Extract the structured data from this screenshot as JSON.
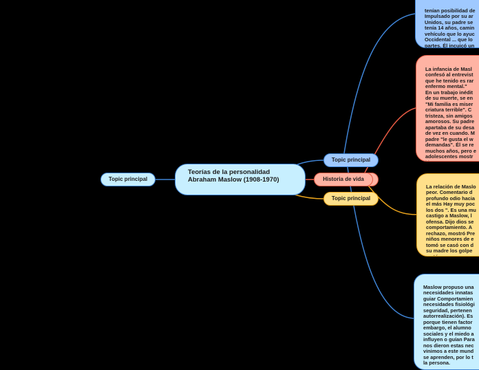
{
  "central": {
    "title": "Teorías de la personalidad Abraham Maslow (1908-1970)"
  },
  "left_topic": {
    "label": "Topic principal"
  },
  "topics": {
    "top": "Topic principal",
    "middle": "Historia de vida",
    "bottom": "Topic principal"
  },
  "cards": {
    "card1": "tenían posibilidad de\nImpulsado por su ar\nUnidos, su padre se\ntenía 14 años, camin\nvehículo que lo ayuc\nOccidental ... que lo\npartes. Él incuicó un\nsu hijo Conseguir el",
    "card2": "La infancia de Masl\nconfesó al entrevist\nque he tenido es rar\nenfermo mental.\"\nEn un trabajo inédit\nde su muerte, se en\n\"Mi familia es miser\ncriatura terrible\". C\ntristeza, sin amigos\namorosos. Su padre\napartaba de su desa\nde vez en cuando. M\npadre \"le gusta el w\ndemandas\". Él se re\nmuchos años, pero e\nadolescentes mostr\njóvenes.",
    "card3": "La relación de Maslo\npeor. Comentario d\nprofundo odio hacia\nel más Hay muy poc\nlos dos \". Es una mu\ncastigo a Maslow, l\nofensa. Dijo dios se\ncomportamiento. A\nrechazo, mostró Pre\nniños menores de e\ntomó se casó con d\nsu madre los golpe\nmató.",
    "card4": "Maslow propuso una\nnecesidades innatas\nguiar Comportamien\nnecesidades fisiológi\nseguridad, pertenen\nautorrealización). Es\nporque tienen factor\nembargo, el alumno\nsociales y el miedo a\ninfluyen o guían Para\nnos dieron estas nec\nvinimos a este mund\nse aprenden, por lo t\nla persona."
  },
  "colors": {
    "background": "#000000",
    "blue_stroke": "#3f84d6",
    "red_stroke": "#e65a43",
    "yellow_stroke": "#e8a21c",
    "light_blue_fill": "#c7efff",
    "blue_fill": "#9fc9ff",
    "red_fill": "#ffb3a3",
    "yellow_fill": "#ffe08a"
  }
}
